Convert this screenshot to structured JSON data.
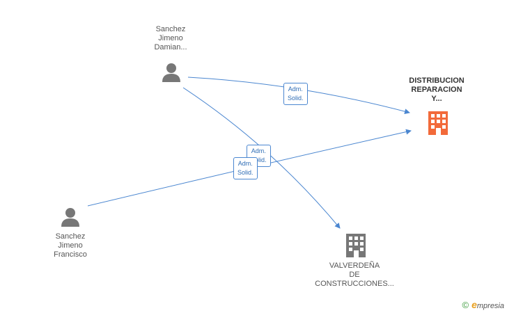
{
  "nodes": {
    "person1": {
      "lines": [
        "Sanchez",
        "Jimeno",
        "Damian..."
      ],
      "icon": "person-icon"
    },
    "person2": {
      "lines": [
        "Sanchez",
        "Jimeno",
        "Francisco"
      ],
      "icon": "person-icon"
    },
    "company_main": {
      "lines": [
        "DISTRIBUCION",
        "REPARACION",
        "Y..."
      ],
      "icon": "building-icon",
      "color": "#f26a3a"
    },
    "company_other": {
      "lines": [
        "VALVERDEÑA",
        "DE",
        "CONSTRUCCIONES..."
      ],
      "icon": "building-icon",
      "color": "#777777"
    }
  },
  "edges": [
    {
      "from": "person1",
      "to": "company_main",
      "label": [
        "Adm.",
        "Solid."
      ]
    },
    {
      "from": "person1",
      "to": "company_other",
      "label": [
        "Adm.",
        "Solid."
      ]
    },
    {
      "from": "person2",
      "to": "company_main",
      "label": [
        "Adm.",
        "Solid."
      ]
    }
  ],
  "colors": {
    "edge": "#4a86d0",
    "person": "#777777"
  },
  "footer": {
    "copyright": "©",
    "brand_initial": "e",
    "brand_rest": "mpresia"
  }
}
